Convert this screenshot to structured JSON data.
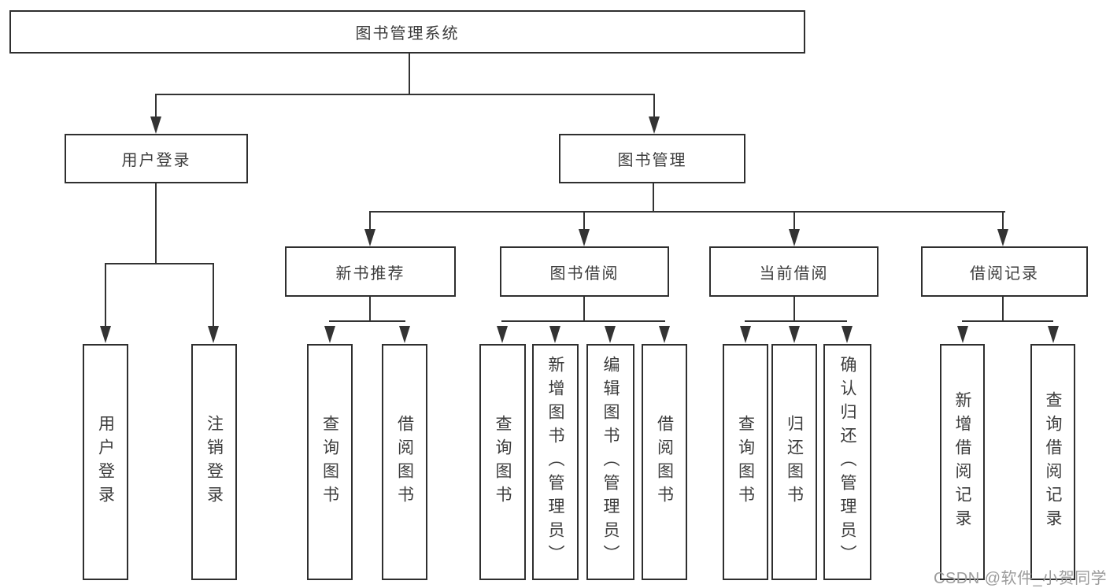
{
  "diagram": {
    "root": {
      "label": "图书管理系统"
    },
    "level2": [
      {
        "label": "用户登录"
      },
      {
        "label": "图书管理"
      }
    ],
    "level3": [
      {
        "label": "新书推荐"
      },
      {
        "label": "图书借阅"
      },
      {
        "label": "当前借阅"
      },
      {
        "label": "借阅记录"
      }
    ],
    "leaves": {
      "user_login": [
        "用户登录",
        "注销登录"
      ],
      "new_book": [
        "查询图书",
        "借阅图书"
      ],
      "borrow": [
        "查询图书",
        "新增图书（管理员）",
        "编辑图书（管理员）",
        "借阅图书"
      ],
      "current": [
        "查询图书",
        "归还图书",
        "确认归还（管理员）"
      ],
      "records": [
        "新增借阅记录",
        "查询借阅记录"
      ]
    },
    "watermark": "CSDN @软件_小贺同学",
    "colors": {
      "border": "#2f2f2f",
      "text": "#3c3c3c",
      "line": "#333333",
      "watermark": "#9c9c9c",
      "background": "#ffffff"
    }
  }
}
